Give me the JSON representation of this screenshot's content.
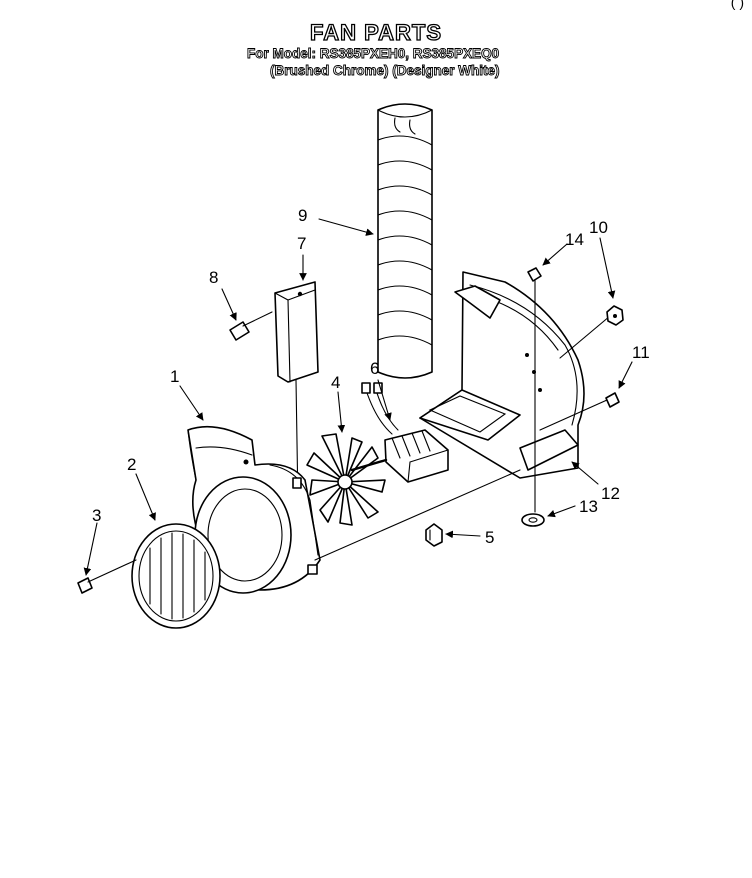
{
  "title": "FAN PARTS",
  "subtitle_line1": "For Model: RS385PXEH0, RS385PXEQ0",
  "subtitle_line2": "(Brushed Chrome) (Designer White)",
  "corner_mark": "( )",
  "callouts": [
    "1",
    "2",
    "3",
    "4",
    "5",
    "6",
    "7",
    "8",
    "9",
    "10",
    "11",
    "12",
    "13",
    "14"
  ]
}
